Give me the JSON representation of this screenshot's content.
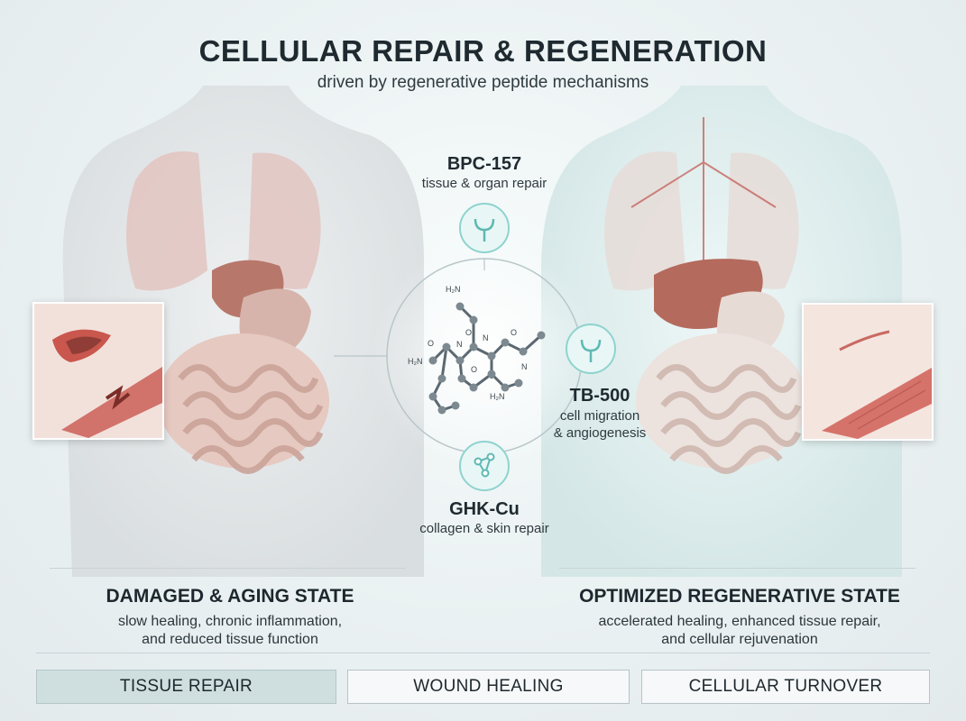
{
  "header": {
    "title": "CELLULAR REPAIR & REGENERATION",
    "subtitle": "driven by regenerative peptide mechanisms"
  },
  "peptides": [
    {
      "name": "BPC-157",
      "description": "tissue & organ repair",
      "icon": "receptor-icon"
    },
    {
      "name": "TB-500",
      "description_line1": "cell migration",
      "description_line2": "& angiogenesis",
      "icon": "receptor-icon"
    },
    {
      "name": "GHK-Cu",
      "description": "collagen & skin repair",
      "icon": "molecule-network-icon"
    }
  ],
  "molecule_labels": [
    "H₂N",
    "N",
    "O",
    "H₂N",
    "N",
    "O",
    "O",
    "N",
    "H₂N",
    "O"
  ],
  "states": {
    "left": {
      "title": "DAMAGED & AGING STATE",
      "desc_line1": "slow healing, chronic inflammation,",
      "desc_line2": "and reduced tissue function"
    },
    "right": {
      "title": "OPTIMIZED REGENERATIVE STATE",
      "desc_line1": "accelerated healing, enhanced tissue repair,",
      "desc_line2": "and cellular rejuvenation"
    }
  },
  "tabs": [
    {
      "label": "TISSUE REPAIR",
      "active": true
    },
    {
      "label": "WOUND HEALING",
      "active": false
    },
    {
      "label": "CELLULAR TURNOVER",
      "active": false
    }
  ],
  "colors": {
    "accent_teal": "#7fd3cf",
    "tissue_pink": "#d89a92",
    "liver": "#b46a5c",
    "muscle": "#c9605a"
  }
}
